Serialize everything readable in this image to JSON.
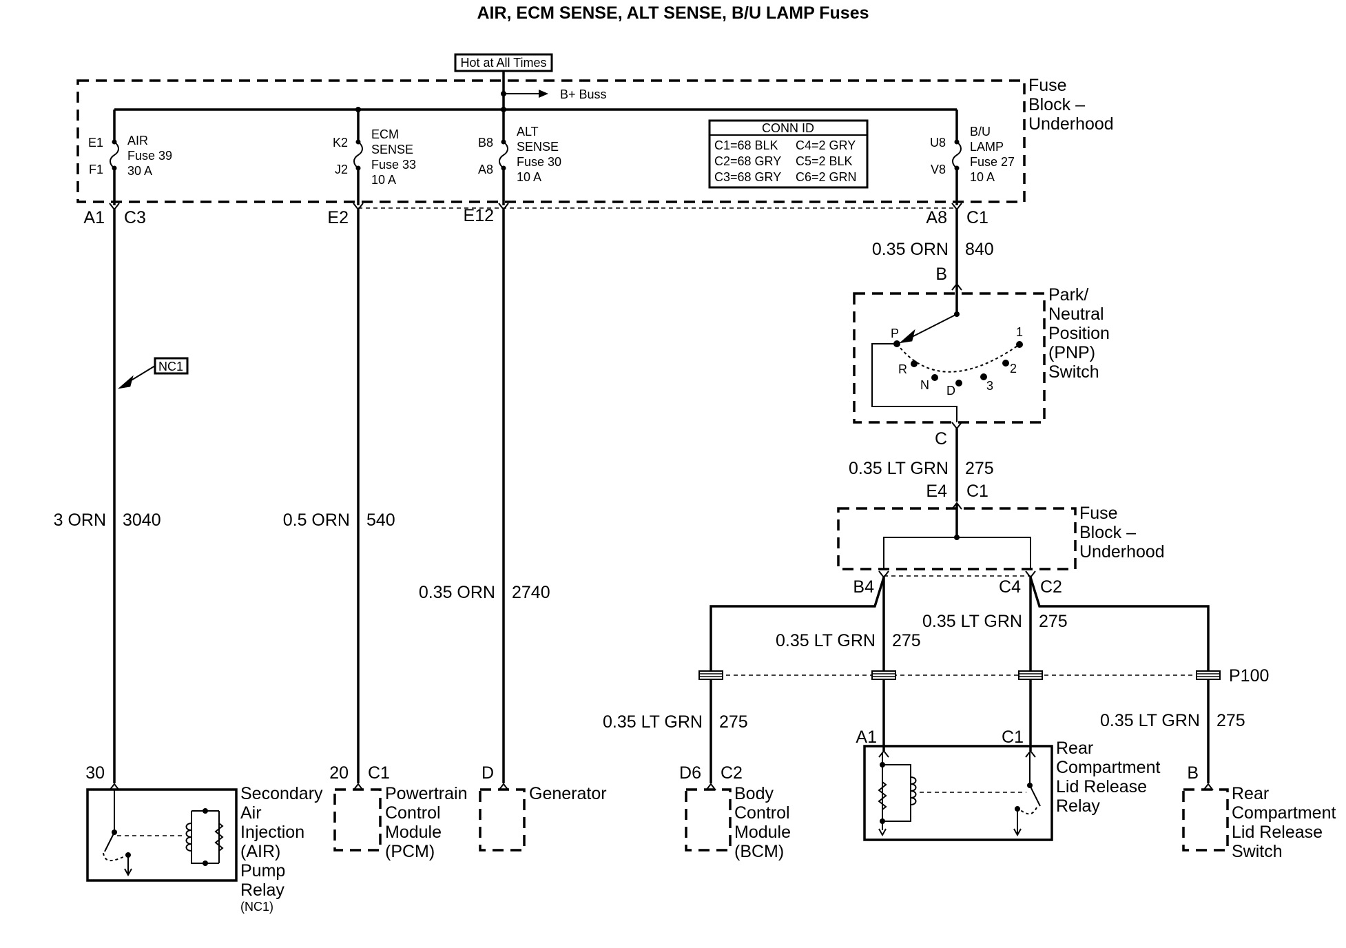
{
  "title": "AIR, ECM SENSE, ALT SENSE, B/U LAMP Fuses",
  "hot_label": "Hot at All Times",
  "bbuss_label": "B+ Buss",
  "fuse_block_label": [
    "Fuse",
    "Block –",
    "Underhood"
  ],
  "fuse_block2_label": [
    "Fuse",
    "Block –",
    "Underhood"
  ],
  "conn_id": {
    "title": "CONN ID",
    "rows": [
      [
        "C1=68 BLK",
        "C4=2 GRY"
      ],
      [
        "C2=68 GRY",
        "C5=2 BLK"
      ],
      [
        "C3=68 GRY",
        "C6=2 GRN"
      ]
    ]
  },
  "fuses": [
    {
      "top_pin": "E1",
      "bottom_pin": "F1",
      "lines": [
        "AIR",
        "Fuse 39",
        "30 A"
      ]
    },
    {
      "top_pin": "K2",
      "bottom_pin": "J2",
      "lines": [
        "ECM",
        "SENSE",
        "Fuse 33",
        "10 A"
      ]
    },
    {
      "top_pin": "B8",
      "bottom_pin": "A8",
      "lines": [
        "ALT",
        "SENSE",
        "Fuse 30",
        "10 A"
      ]
    },
    {
      "top_pin": "U8",
      "bottom_pin": "V8",
      "lines": [
        "B/U",
        "LAMP",
        "Fuse 27",
        "10 A"
      ]
    }
  ],
  "terminals": {
    "a1": "A1",
    "c3": "C3",
    "e2": "E2",
    "e12": "E12",
    "a8": "A8",
    "c1_top": "C1",
    "b_pnp": "B",
    "c_pnp": "C",
    "e4": "E4",
    "c1_fb2": "C1",
    "b4": "B4",
    "c4": "C4",
    "c2_fb2": "C2",
    "p100": "P100",
    "a1_relay": "A1",
    "c1_relay": "C1",
    "pin30": "30",
    "pin20": "20",
    "c1_pcm": "C1",
    "d_gen": "D",
    "d6": "D6",
    "c2_bcm": "C2",
    "b_switch": "B"
  },
  "wires": {
    "w3040": {
      "gauge": "3 ORN",
      "circuit": "3040"
    },
    "w540": {
      "gauge": "0.5 ORN",
      "circuit": "540"
    },
    "w2740": {
      "gauge": "0.35 ORN",
      "circuit": "2740"
    },
    "w840": {
      "gauge": "0.35 ORN",
      "circuit": "840"
    },
    "w275a": {
      "gauge": "0.35 LT GRN",
      "circuit": "275"
    },
    "w275b": {
      "gauge": "0.35 LT GRN",
      "circuit": "275"
    },
    "w275c": {
      "gauge": "0.35 LT GRN",
      "circuit": "275"
    },
    "w275d": {
      "gauge": "0.35 LT GRN",
      "circuit": "275"
    },
    "w275e": {
      "gauge": "0.35 LT GRN",
      "circuit": "275"
    }
  },
  "nc1_tag": "NC1",
  "pnp_switch": {
    "label": [
      "Park/",
      "Neutral",
      "Position",
      "(PNP)",
      "Switch"
    ],
    "positions": [
      "P",
      "R",
      "N",
      "D",
      "3",
      "2",
      "1"
    ]
  },
  "components": {
    "air_relay": [
      "Secondary",
      "Air",
      "Injection",
      "(AIR)",
      "Pump",
      "Relay"
    ],
    "air_relay_note": "(NC1)",
    "pcm": [
      "Powertrain",
      "Control",
      "Module",
      "(PCM)"
    ],
    "generator": [
      "Generator"
    ],
    "bcm": [
      "Body",
      "Control",
      "Module",
      "(BCM)"
    ],
    "rear_relay": [
      "Rear",
      "Compartment",
      "Lid Release",
      "Relay"
    ],
    "rear_switch": [
      "Rear",
      "Compartment",
      "Lid Release",
      "Switch"
    ]
  }
}
